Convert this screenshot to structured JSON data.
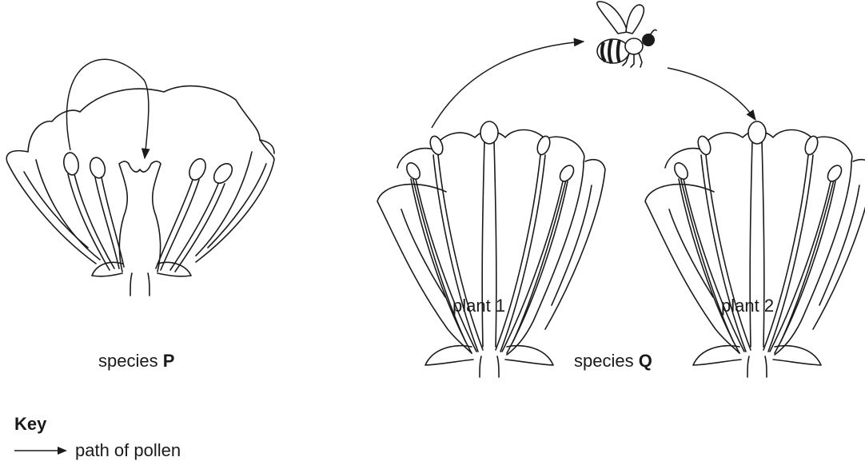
{
  "labels": {
    "species_p_prefix": "species",
    "species_p_letter": "P",
    "species_q_prefix": "species",
    "species_q_letter": "Q",
    "plant_1": "plant 1",
    "plant_2": "plant 2"
  },
  "key": {
    "title": "Key",
    "pollen_path": "path of pollen"
  },
  "icons": {
    "insect": "bee-icon",
    "pollen_arrow": "arrow-icon"
  }
}
